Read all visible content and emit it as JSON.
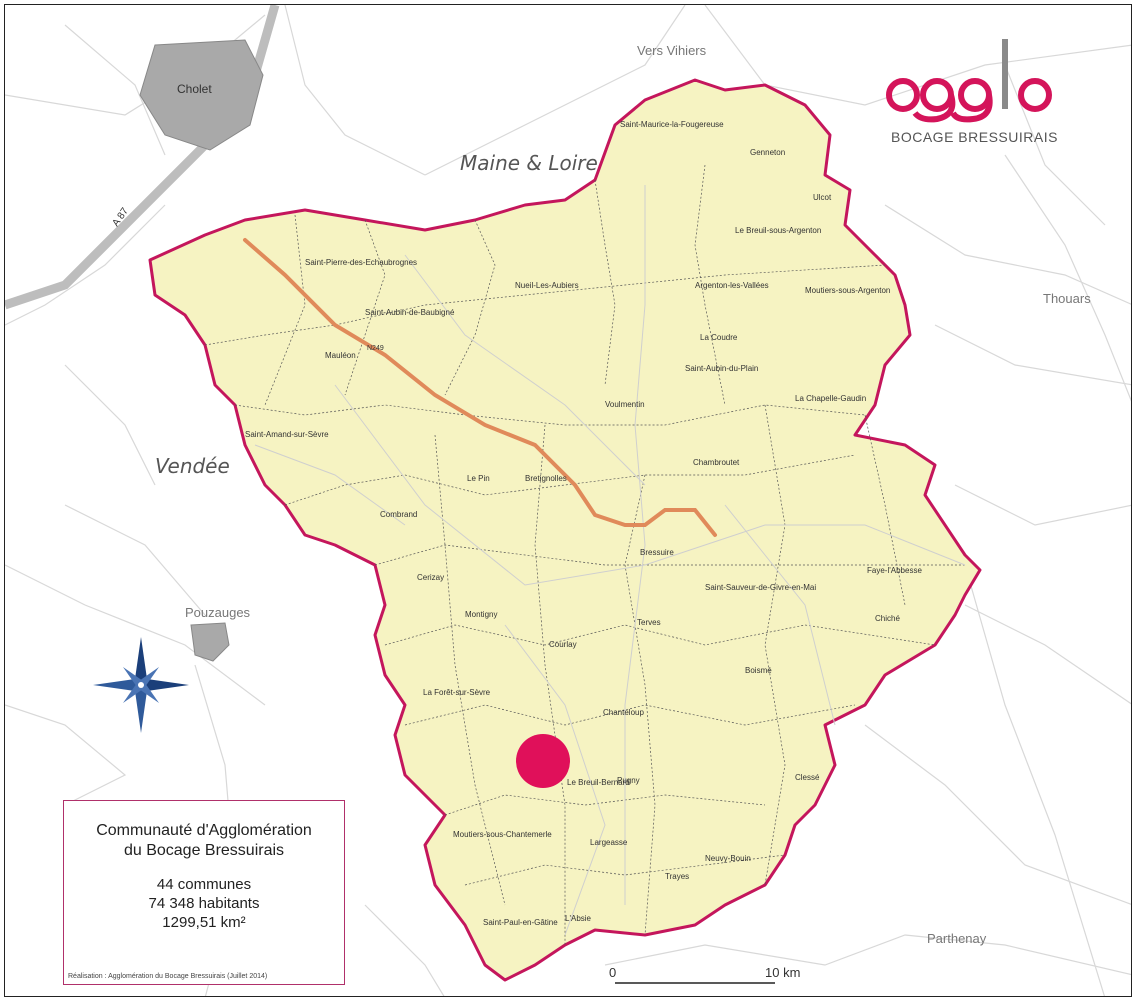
{
  "map": {
    "departments": {
      "maine_loire": "Maine & Loire",
      "vendee": "Vendée"
    },
    "towns": {
      "cholet": "Cholet",
      "pouzauges": "Pouzauges",
      "thouars": "Thouars",
      "parthenay": "Parthenay",
      "vers_vihiers": "Vers Vihiers"
    },
    "roads": {
      "a87": "A 87",
      "n249": "N249"
    },
    "communes": [
      "Saint-Maurice-la-Fougereuse",
      "Genneton",
      "Ulcot",
      "Le Breuil-sous-Argenton",
      "Argenton-les-Vallées",
      "Moutiers-sous-Argenton",
      "Nueil-Les-Aubiers",
      "Saint-Pierre-des-Echaubrognes",
      "Saint-Aubin-de-Baubigné",
      "Mauléon",
      "La Coudre",
      "Saint-Aubin-du-Plain",
      "La Chapelle-Gaudin",
      "Voulmentin",
      "Le Pin",
      "Bretignolles",
      "Boismé",
      "Bressuire",
      "Chiché",
      "Faye-l'Abbesse",
      "Saint-Sauveur-de-Givre-en-Mai",
      "Courlay",
      "Clessé",
      "Chanteloup",
      "Pugny",
      "Largeasse",
      "Neuvy-Bouin",
      "Trayes",
      "L'Absie",
      "Saint-Paul-en-Gâtine",
      "Moutiers-sous-Chantemerle",
      "La Forêt-sur-Sèvre",
      "Montigny",
      "Cerizay",
      "Combrand",
      "Saint-Amand-sur-Sèvre",
      "Le Breuil-Bernard",
      "Terves",
      "Chambroutet",
      "Nueil-les-Aubiers"
    ],
    "scale": {
      "zero": "0",
      "end": "10 km"
    },
    "marker_color": "#e0105a",
    "border_color": "#c4165c",
    "fill_color": "#f6f3c2",
    "compass": "compass-rose-icon"
  },
  "legend": {
    "title_line1": "Communauté d'Agglomération",
    "title_line2": "du Bocage Bressuirais",
    "communes": "44 communes",
    "inhabitants": "74 348 habitants",
    "area": "1299,51 km²",
    "credit": "Réalisation : Agglomération du Bocage Bressuirais (Juillet 2014)"
  },
  "logo": {
    "word": "agglo",
    "subtitle": "BOCAGE BRESSUIRAIS",
    "color": "#d4145a"
  }
}
